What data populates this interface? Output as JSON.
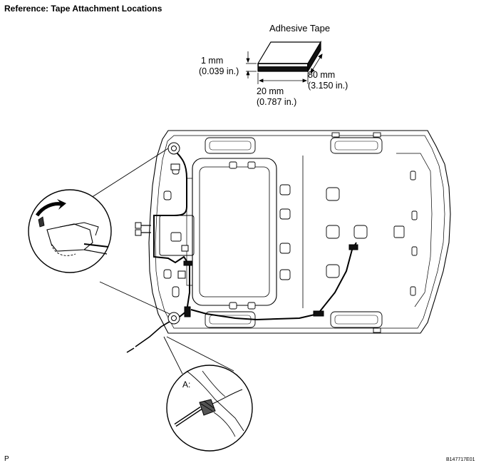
{
  "title": "Reference: Tape Attachment Locations",
  "tape": {
    "label": "Adhesive Tape",
    "thickness_mm": "1 mm",
    "thickness_in": "(0.039 in.)",
    "length_mm": "80 mm",
    "length_in": "(3.150 in.)",
    "width_mm": "20 mm",
    "width_in": "(0.787 in.)"
  },
  "callout_label": "A:",
  "footer": {
    "page_letter": "P",
    "figure_code": "B147717E01"
  }
}
